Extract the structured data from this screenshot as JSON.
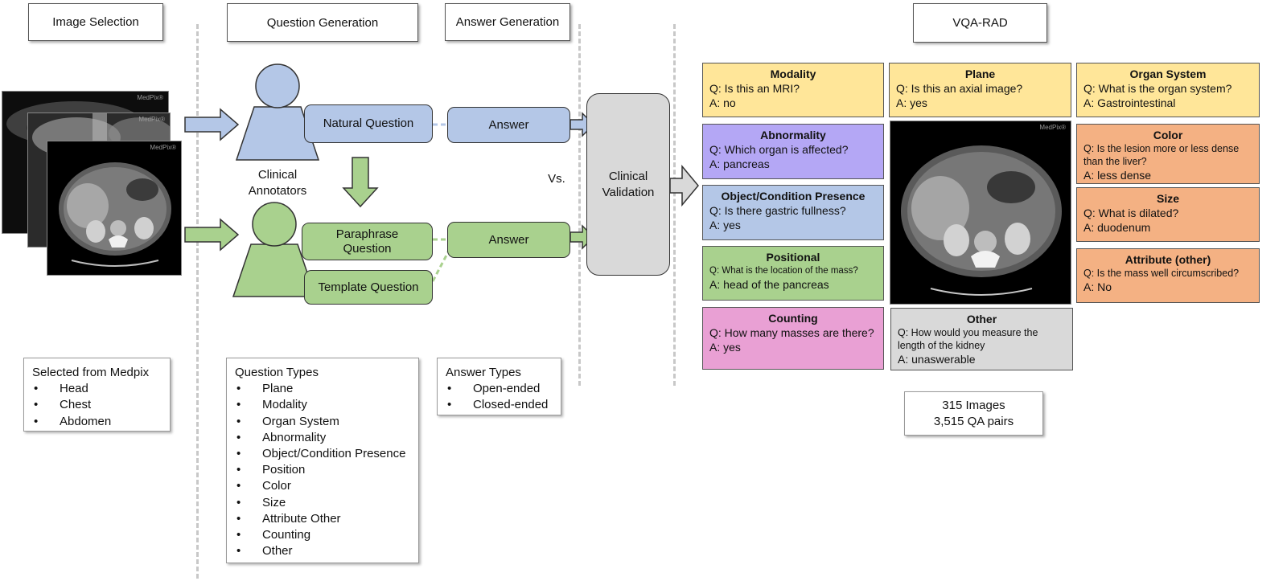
{
  "headers": {
    "image_selection": "Image Selection",
    "question_generation": "Question Generation",
    "answer_generation": "Answer Generation",
    "vqa_rad": "VQA-RAD"
  },
  "watermark": "MedPix®",
  "annotators": {
    "label_line1": "Clinical",
    "label_line2": "Annotators"
  },
  "flow": {
    "natural_question": "Natural Question",
    "paraphrase_line1": "Paraphrase",
    "paraphrase_line2": "Question",
    "template_question": "Template Question",
    "answer_top": "Answer",
    "answer_bottom": "Answer",
    "vs": "Vs.",
    "validation_line1": "Clinical",
    "validation_line2": "Validation"
  },
  "image_selection_box": {
    "title": "Selected from Medpix",
    "items": [
      "Head",
      "Chest",
      "Abdomen"
    ]
  },
  "question_types_box": {
    "title": "Question Types",
    "items": [
      "Plane",
      "Modality",
      "Organ System",
      "Abnormality",
      "Object/Condition Presence",
      "Position",
      "Color",
      "Size",
      "Attribute Other",
      "Counting",
      "Other"
    ]
  },
  "answer_types_box": {
    "title": "Answer Types",
    "items": [
      "Open-ended",
      "Closed-ended"
    ]
  },
  "categories": {
    "modality": {
      "title": "Modality",
      "q": "Q: Is this an MRI?",
      "a": "A: no"
    },
    "plane": {
      "title": "Plane",
      "q": "Q: Is this an axial image?",
      "a": "A: yes"
    },
    "organ_system": {
      "title": "Organ System",
      "q": "Q: What is the organ system?",
      "a": "A: Gastrointestinal"
    },
    "abnormality": {
      "title": "Abnormality",
      "q": "Q: Which organ is affected?",
      "a": "A: pancreas"
    },
    "color": {
      "title": "Color",
      "q": "Q: Is the lesion more or less dense than the liver?",
      "a": "A: less dense"
    },
    "presence": {
      "title": "Object/Condition Presence",
      "q": "Q: Is there gastric fullness?",
      "a": "A: yes"
    },
    "size": {
      "title": "Size",
      "q": "Q: What is dilated?",
      "a": "A: duodenum"
    },
    "positional": {
      "title": "Positional",
      "q": "Q: What is the location of the mass?",
      "a": "A: head of the pancreas"
    },
    "attribute": {
      "title": "Attribute (other)",
      "q": "Q: Is the mass well circumscribed?",
      "a": "A: No"
    },
    "counting": {
      "title": "Counting",
      "q": "Q: How many masses are there?",
      "a": "A: yes"
    },
    "other": {
      "title": "Other",
      "q": "Q: How would you measure the length of the kidney",
      "a": "A: unaswerable"
    }
  },
  "stats": {
    "images": "315 Images",
    "pairs": "3,515 QA pairs"
  },
  "colors": {
    "blue": "#b4c7e7",
    "green": "#a9d18e",
    "grey": "#d9d9d9",
    "yellow": "#ffe699",
    "purple": "#b4a7f5",
    "pink": "#e9a0d4",
    "orange": "#f4b183"
  }
}
